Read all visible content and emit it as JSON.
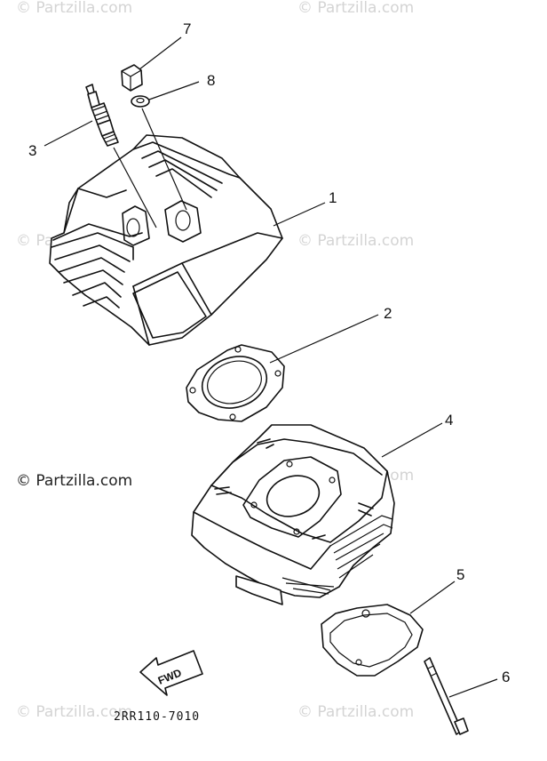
{
  "watermark": "© Partzilla.com",
  "diagram_code": "2RR110-7010",
  "fwd_label": "FWD",
  "callouts": [
    "1",
    "2",
    "3",
    "4",
    "5",
    "6",
    "7",
    "8"
  ]
}
